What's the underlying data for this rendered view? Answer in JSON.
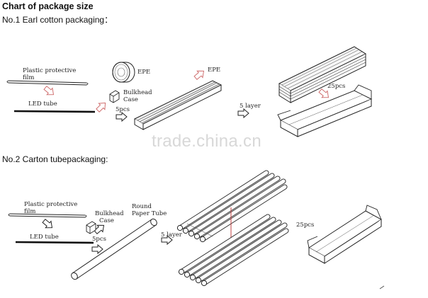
{
  "title": "Chart of package size",
  "section1": {
    "heading": "No.1 Earl cotton packaging：",
    "labels": {
      "film_line1": "Plastic protective",
      "film_line2": "film",
      "led_tube": "LED tube",
      "epe_roll": "EPE",
      "bulkhead_line1": "Bulkhead",
      "bulkhead_line2": "Case",
      "pcs": "5pcs",
      "epe_tray": "EPE",
      "layers": "5 layer",
      "box_qty": "25pcs"
    }
  },
  "section2": {
    "heading": "No.2 Carton tubepackaging:",
    "labels": {
      "film_line1": "Plastic protective",
      "film_line2": "film",
      "led_tube": "LED tube",
      "bulkhead_line1": "Bulkhead",
      "bulkhead_line2": "Case",
      "pcs": "5pcs",
      "round_line1": "Round",
      "round_line2": "Paper Tube",
      "layers": "5 layer",
      "box_qty": "25pcs"
    }
  },
  "watermark": "trade.china.cn",
  "colors": {
    "arrow": "#d07070",
    "ink": "#222222",
    "divider": "#c04040"
  }
}
